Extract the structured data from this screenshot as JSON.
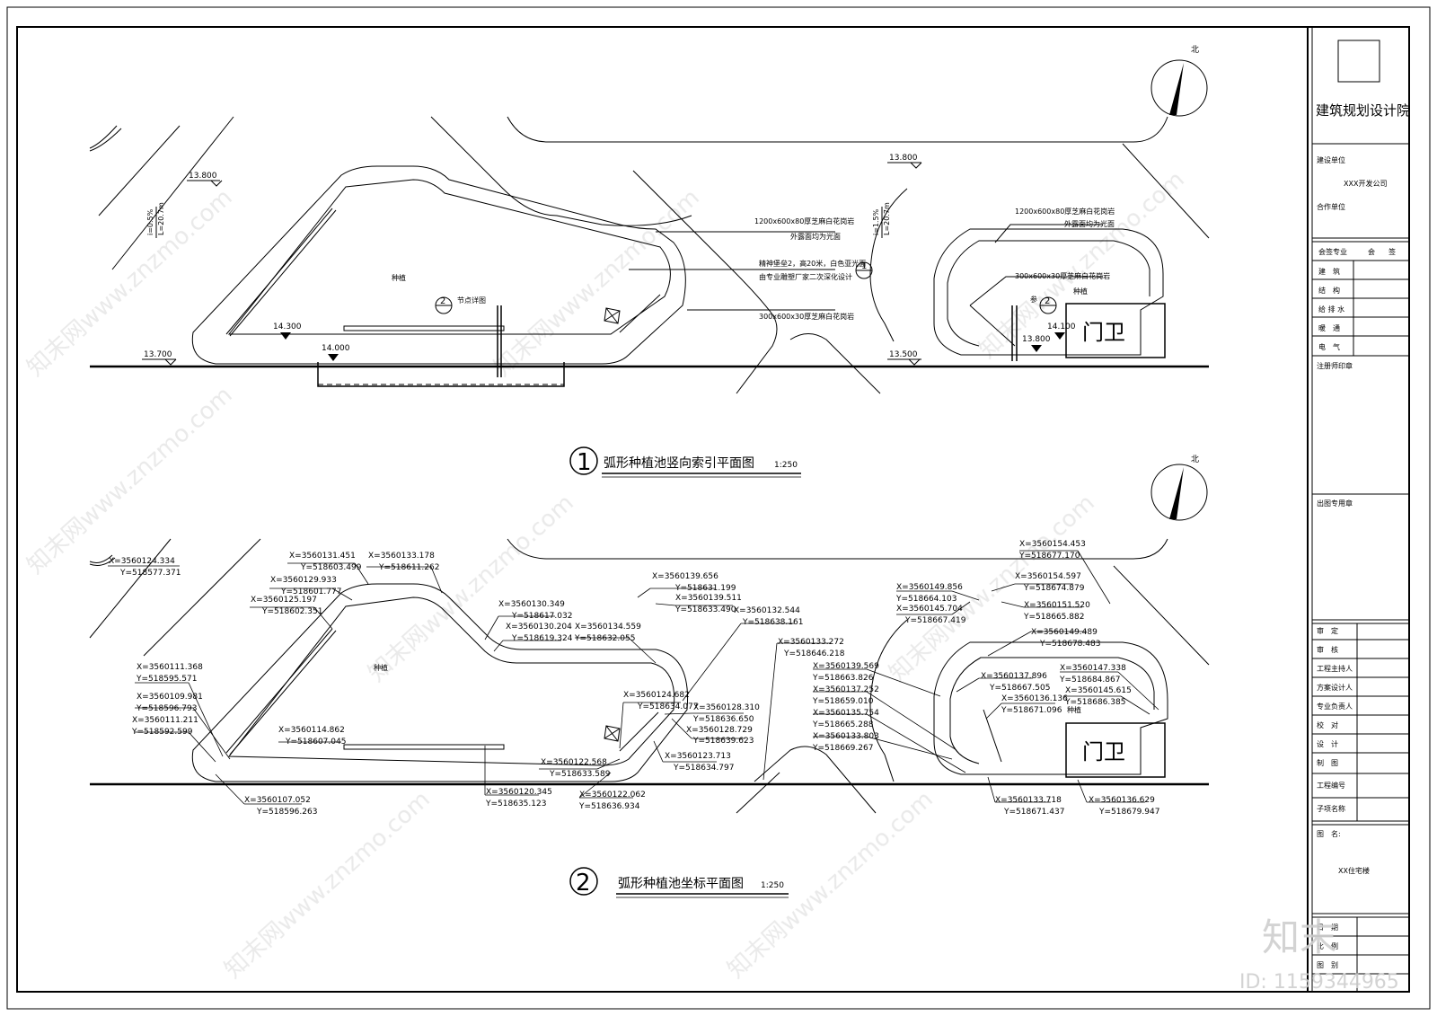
{
  "title_block": {
    "institute": "建筑规划设计院",
    "client_label": "建设单位",
    "client_value": "XXX开发公司",
    "partner_label": "合作单位",
    "cosign_header": [
      "会签专业",
      "会",
      "签"
    ],
    "disciplines": [
      "建　筑",
      "结　构",
      "给 排 水",
      "暖　通",
      "电　气"
    ],
    "seal_label": "注册师印章",
    "stamp_label": "出图专用章",
    "roles": [
      "审　定",
      "审　核",
      "工程主持人",
      "方案设计人",
      "专业负责人",
      "校　对",
      "设　计",
      "制　图",
      "工程编号",
      "子项名称"
    ],
    "drawing_name_label": "图　名:",
    "drawing_name_value": "XX住宅楼",
    "bottom_rows": [
      "日　期",
      "比　例",
      "图　别"
    ]
  },
  "plan1": {
    "number": "1",
    "title": "弧形种植池竖向索引平面图",
    "scale": "1:250",
    "north": "北",
    "elevations": [
      "13.800",
      "14.300",
      "14.000",
      "13.700",
      "13.800",
      "14.100",
      "13.800",
      "13.500"
    ],
    "slopes": [
      "i=0.5%",
      "L=20.7m",
      "i=1.5%",
      "L=20.7m"
    ],
    "notes": [
      "1200x600x80厚芝麻白花岗岩",
      "外露面均为光面",
      "精神堡垒2，高20米，白色亚光面",
      "由专业雕塑厂家二次深化设计",
      "300x600x30厚芝麻白花岗岩",
      "1200x600x80厚芝麻白花岗岩",
      "外露面均为光面",
      "300x600x30厚芝麻白花岗岩"
    ],
    "planting": "种植",
    "detail_text": "节点详图",
    "ref_text": "参",
    "detail_marks": [
      "2",
      "1",
      "2"
    ],
    "gate": "门卫"
  },
  "plan2": {
    "number": "2",
    "title": "弧形种植池坐标平面图",
    "scale": "1:250",
    "north": "北",
    "planting": "种植",
    "gate": "门卫",
    "coords": [
      {
        "x": "X=3560124.334",
        "y": "Y=518577.371"
      },
      {
        "x": "X=3560131.451",
        "y": "Y=518603.499"
      },
      {
        "x": "X=3560133.178",
        "y": "Y=518611.262"
      },
      {
        "x": "X=3560129.933",
        "y": "Y=518601.777"
      },
      {
        "x": "X=3560125.197",
        "y": "Y=518602.351"
      },
      {
        "x": "X=3560139.656",
        "y": "Y=518631.199"
      },
      {
        "x": "X=3560139.511",
        "y": "Y=518633.490"
      },
      {
        "x": "X=3560130.349",
        "y": "Y=518617.032"
      },
      {
        "x": "X=3560130.204",
        "y": "Y=518619.324"
      },
      {
        "x": "X=3560134.559",
        "y": "Y=518632.055"
      },
      {
        "x": "X=3560132.544",
        "y": "Y=518638.161"
      },
      {
        "x": "X=3560133.272",
        "y": "Y=518646.218"
      },
      {
        "x": "X=3560111.368",
        "y": "Y=518595.571"
      },
      {
        "x": "X=3560109.981",
        "y": "Y=518596.793"
      },
      {
        "x": "X=3560111.211",
        "y": "Y=518592.599"
      },
      {
        "x": "X=3560114.862",
        "y": "Y=518607.045"
      },
      {
        "x": "X=3560124.682",
        "y": "Y=518634.077"
      },
      {
        "x": "X=3560128.310",
        "y": "Y=518636.650"
      },
      {
        "x": "X=3560128.729",
        "y": "Y=518639.623"
      },
      {
        "x": "X=3560123.713",
        "y": "Y=518634.797"
      },
      {
        "x": "X=3560122.568",
        "y": "Y=518633.589"
      },
      {
        "x": "X=3560120.345",
        "y": "Y=518635.123"
      },
      {
        "x": "X=3560122.062",
        "y": "Y=518636.934"
      },
      {
        "x": "X=3560107.052",
        "y": "Y=518596.263"
      },
      {
        "x": "X=3560154.453",
        "y": "Y=518677.170"
      },
      {
        "x": "X=3560149.856",
        "y": "Y=518664.103"
      },
      {
        "x": "X=3560145.704",
        "y": "Y=518667.419"
      },
      {
        "x": "X=3560154.597",
        "y": "Y=518674.879"
      },
      {
        "x": "X=3560151.520",
        "y": "Y=518665.882"
      },
      {
        "x": "X=3560149.489",
        "y": "Y=518678.483"
      },
      {
        "x": "X=3560139.569",
        "y": "Y=518663.826"
      },
      {
        "x": "X=3560137.252",
        "y": "Y=518659.010"
      },
      {
        "x": "X=3560135.754",
        "y": "Y=518665.288"
      },
      {
        "x": "X=3560133.803",
        "y": "Y=518669.267"
      },
      {
        "x": "X=3560137.896",
        "y": "Y=518667.505"
      },
      {
        "x": "X=3560136.136",
        "y": "Y=518671.096"
      },
      {
        "x": "X=3560147.338",
        "y": "Y=518684.867"
      },
      {
        "x": "X=3560145.615",
        "y": "Y=518686.385"
      },
      {
        "x": "X=3560133.718",
        "y": "Y=518671.437"
      },
      {
        "x": "X=3560136.629",
        "y": "Y=518679.947"
      }
    ]
  },
  "watermark": {
    "text": "知末网www.znzmo.com",
    "logo": "知末",
    "id": "ID: 1159344965"
  }
}
